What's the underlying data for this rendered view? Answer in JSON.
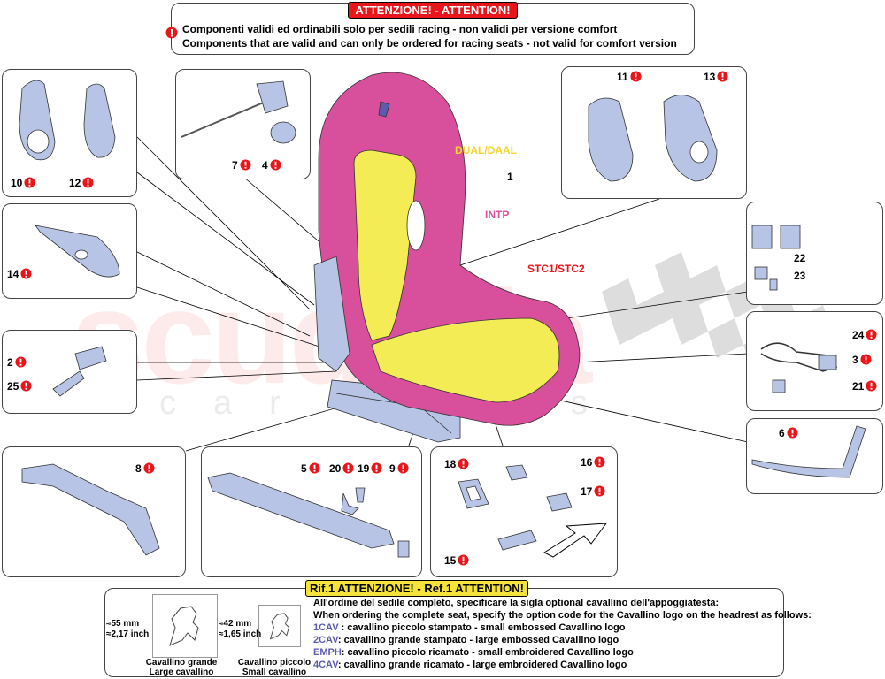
{
  "warning_header": "ATTENZIONE! - ATTENTION!",
  "warning_it": "Componenti validi ed ordinabili solo per sedili  racing - non validi per versione  comfort",
  "warning_en": "Components that are valid and can only be ordered for racing  seats - not valid for comfort version",
  "watermark_main": "scuderia",
  "watermark_sub": "car parts",
  "seat_labels": {
    "dual": "DUAL/DAAL",
    "one": "1",
    "intp": "INTP",
    "stc": "STC1/STC2"
  },
  "parts": {
    "p10": "10",
    "p12": "12",
    "p7": "7",
    "p4": "4",
    "p11": "11",
    "p13": "13",
    "p14": "14",
    "p22": "22",
    "p23": "23",
    "p2": "2",
    "p25": "25",
    "p24": "24",
    "p3": "3",
    "p21": "21",
    "p6": "6",
    "p8": "8",
    "p5": "5",
    "p20": "20",
    "p19": "19",
    "p9": "9",
    "p18": "18",
    "p16": "16",
    "p17": "17",
    "p15": "15"
  },
  "ref": {
    "header": "Rif.1 ATTENZIONE! - Ref.1 ATTENTION!",
    "line_it": "All'ordine del sedile completo, specificare la sigla optional cavallino dell'appoggiatesta:",
    "line_en": "When ordering the complete seat, specify the option code for the Cavallino logo on the headrest as follows:",
    "codes": [
      {
        "code": "1CAV",
        "text": " : cavallino piccolo stampato - small embossed Cavallino logo"
      },
      {
        "code": "2CAV",
        "text": ": cavallino grande stampato - large embossed Cavallino logo"
      },
      {
        "code": "EMPH",
        "text": ": cavallino piccolo ricamato - small embroidered Cavallino logo"
      },
      {
        "code": "4CAV",
        "text": ": cavallino grande ricamato - large embroidered Cavallino logo"
      }
    ],
    "large_dim_mm": "≈55 mm",
    "large_dim_in": "≈2,17 inch",
    "small_dim_mm": "≈42 mm",
    "small_dim_in": "≈1,65 inch",
    "large_caption_it": "Cavallino grande",
    "large_caption_en": "Large cavallino",
    "small_caption_it": "Cavallino piccolo",
    "small_caption_en": "Small cavallino"
  },
  "colors": {
    "seat_shell": "#d84f9c",
    "seat_center": "#f3ec55",
    "part_fill": "#b8c4e6",
    "warning_red": "#e8151b",
    "ref_yellow": "#f5e23b"
  }
}
